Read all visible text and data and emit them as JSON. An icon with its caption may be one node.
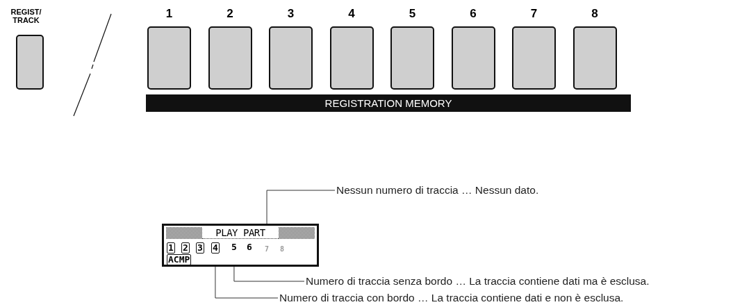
{
  "diagram": {
    "nodes": [
      {
        "text": [
          "REGIST/ TRACK"
        ]
      },
      {
        "text": [
          "1"
        ]
      },
      {
        "text": [
          "2"
        ]
      },
      {
        "text": [
          "3"
        ]
      },
      {
        "text": [
          "4"
        ]
      },
      {
        "text": [
          "5"
        ]
      },
      {
        "text": [
          "6"
        ]
      },
      {
        "text": [
          "7"
        ]
      },
      {
        "text": [
          "8"
        ]
      },
      {
        "text": [
          "REGISTRATION MEMORY"
        ]
      },
      {
        "text": [
          "PLAY PART"
        ]
      },
      {
        "text": [
          "1"
        ],
        "in": 10
      },
      {
        "text": [
          "2"
        ],
        "in": 10
      },
      {
        "text": [
          "3"
        ],
        "in": 10
      },
      {
        "text": [
          "4"
        ],
        "in": 10
      },
      {
        "text": [
          "5"
        ],
        "in": 10
      },
      {
        "text": [
          "6"
        ],
        "in": 10
      },
      {
        "text": [
          "7"
        ],
        "in": 10
      },
      {
        "text": [
          "8"
        ],
        "in": 10
      },
      {
        "text": [
          "ACMP"
        ],
        "in": 10
      },
      {
        "text": [
          "Nessun numero di traccia … Nessun dato."
        ]
      },
      {
        "text": [
          "Numero di traccia senza bordo … La traccia contiene dati ma è esclusa."
        ]
      },
      {
        "text": [
          "Numero di traccia con bordo … La traccia contiene dati e non è esclusa."
        ]
      }
    ],
    "edges": [
      {
        "from": 20,
        "to": 17,
        "arrow": "none"
      },
      {
        "from": 21,
        "to": 15,
        "arrow": "none"
      },
      {
        "from": 22,
        "to": 14,
        "arrow": "none"
      }
    ]
  }
}
